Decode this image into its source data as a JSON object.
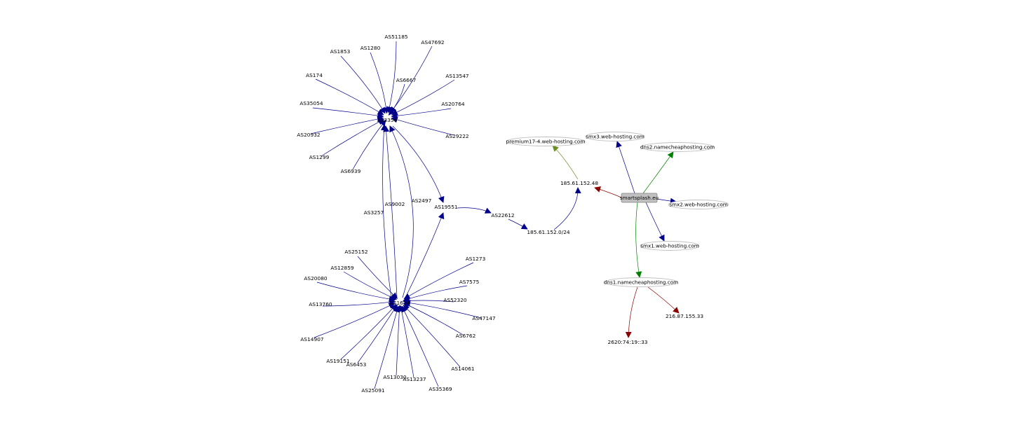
{
  "diagram": {
    "as_labels": {
      "hub_upper": "AS3356",
      "hub_lower": "AS1614",
      "AS51185": "AS51185",
      "AS1853": "AS1853",
      "AS1280": "AS1280",
      "AS47692": "AS47692",
      "AS174": "AS174",
      "AS6667": "AS6667",
      "AS13547": "AS13547",
      "AS35054": "AS35054",
      "AS20764": "AS20764",
      "AS20932": "AS20932",
      "AS29222": "AS29222",
      "AS1299": "AS1299",
      "AS6939": "AS6939",
      "AS3257": "AS3257",
      "AS9002": "AS9002",
      "AS2497": "AS2497",
      "AS19551": "AS19551",
      "AS22612": "AS22612",
      "AS25152": "AS25152",
      "AS1273": "AS1273",
      "AS12859": "AS12859",
      "AS20080": "AS20080",
      "AS7575": "AS7575",
      "AS13760": "AS13760",
      "AS52320": "AS52320",
      "AS47147": "AS47147",
      "AS14907": "AS14907",
      "AS6762": "AS6762",
      "AS19151": "AS19151",
      "AS6453": "AS6453",
      "AS14061": "AS14061",
      "AS13030": "AS13030",
      "AS13237": "AS13237",
      "AS25091": "AS25091",
      "AS35369": "AS35369"
    },
    "prefix": "185.61.152.0/24",
    "ip": "185.61.152.48",
    "ipv4": "216.87.155.33",
    "ipv6": "2620:74:19::33",
    "domain": "smartsplash.eu",
    "hosts": {
      "premium": "premium17-4.web-hosting.com",
      "smx3": "smx3.web-hosting.com",
      "dns2": "dns2.namecheaphosting.com",
      "smx2": "smx2.web-hosting.com",
      "smx1": "smx1.web-hosting.com",
      "dns1": "dns1.namecheaphosting.com"
    },
    "colors": {
      "as_edge": "#00008b",
      "ip_edge": "#8b0000",
      "mx_edge": "#00008b",
      "ns_edge": "#008000",
      "web_edge": "#6b8e23",
      "domain_fill": "#c0c0c0",
      "host_stroke": "#c0c0c0"
    }
  }
}
